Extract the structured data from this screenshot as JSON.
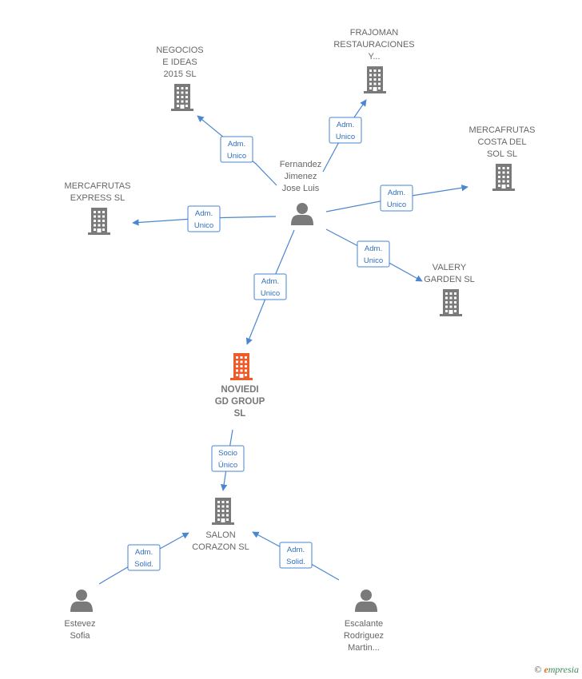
{
  "colors": {
    "company": "#7a7a7a",
    "main_company": "#f05a28",
    "person": "#7a7a7a",
    "edge": "#4a86d1"
  },
  "nodes": [
    {
      "id": "negocios",
      "type": "company",
      "label": [
        "NEGOCIOS",
        "E IDEAS",
        "2015  SL"
      ]
    },
    {
      "id": "frajoman",
      "type": "company",
      "label": [
        "FRAJOMAN",
        "RESTAURACIONES",
        "Y..."
      ]
    },
    {
      "id": "costa",
      "type": "company",
      "label": [
        "MERCAFRUTAS",
        "COSTA DEL",
        "SOL  SL"
      ]
    },
    {
      "id": "express",
      "type": "company",
      "label": [
        "MERCAFRUTAS",
        "EXPRESS  SL"
      ]
    },
    {
      "id": "fernandez",
      "type": "person",
      "label": [
        "Fernandez",
        "Jimenez",
        "Jose Luis"
      ]
    },
    {
      "id": "valery",
      "type": "company",
      "label": [
        "VALERY",
        "GARDEN  SL"
      ]
    },
    {
      "id": "noviedi",
      "type": "main",
      "label": [
        "NOVIEDI",
        "GD GROUP",
        "SL"
      ]
    },
    {
      "id": "salon",
      "type": "company",
      "label": [
        "SALON",
        "CORAZON  SL"
      ]
    },
    {
      "id": "estevez",
      "type": "person",
      "label": [
        "Estevez",
        "Sofia"
      ]
    },
    {
      "id": "escalante",
      "type": "person",
      "label": [
        "Escalante",
        "Rodriguez",
        "Martin..."
      ]
    }
  ],
  "edges": [
    {
      "id": "e-negocios",
      "label": [
        "Adm.",
        "Unico"
      ]
    },
    {
      "id": "e-frajoman",
      "label": [
        "Adm.",
        "Unico"
      ]
    },
    {
      "id": "e-costa",
      "label": [
        "Adm.",
        "Unico"
      ]
    },
    {
      "id": "e-express",
      "label": [
        "Adm.",
        "Unico"
      ]
    },
    {
      "id": "e-valery",
      "label": [
        "Adm.",
        "Unico"
      ]
    },
    {
      "id": "e-noviedi",
      "label": [
        "Adm.",
        "Unico"
      ]
    },
    {
      "id": "e-salon",
      "label": [
        "Socio",
        "Único"
      ]
    },
    {
      "id": "e-estevez",
      "label": [
        "Adm.",
        "Solid."
      ]
    },
    {
      "id": "e-escalante",
      "label": [
        "Adm.",
        "Solid."
      ]
    }
  ],
  "brand": {
    "copyright": "©",
    "initial": "e",
    "rest": "mpresia"
  }
}
